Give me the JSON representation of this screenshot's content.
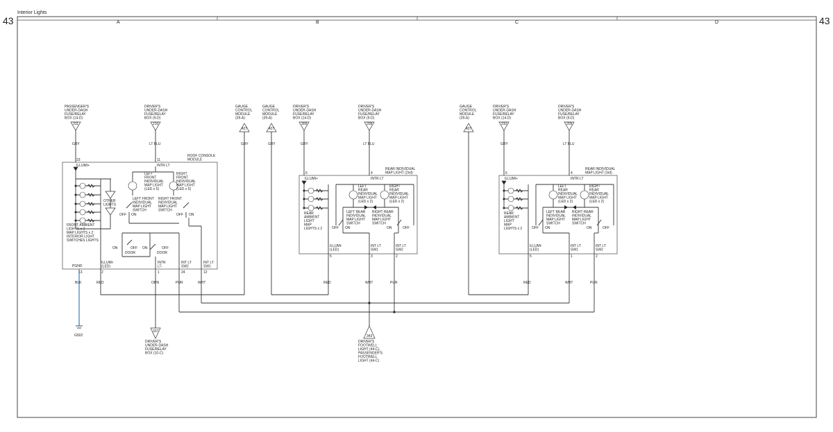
{
  "title": "Interior Lights",
  "page_number": "43",
  "columns": [
    "A",
    "B",
    "C",
    "D"
  ],
  "sources": {
    "passenger_fuse_a": {
      "text": "PASSENGER'S\nUNDER-DASH\nFUSE/RELAY\nBOX (14-D)",
      "conn": "311",
      "wire": "GRY"
    },
    "driver_fuse_a": {
      "text": "DRIVER'S\nUNDER-DASH\nFUSE/RELAY\nBOX (9-D)",
      "conn": "210",
      "wire": "LT BLU"
    },
    "gauge_b1": {
      "text": "GAUGE\nCONTROL\nMODULE\n(39-A)",
      "conn": "427",
      "wire": "GRY"
    },
    "gauge_b2": {
      "text": "GAUGE\nCONTROL\nMODULE\n(39-A)",
      "conn": "427",
      "wire": "GRY"
    },
    "driver_fuse_b1": {
      "text": "DRIVER'S\nUNDER-DASH\nFUSE/RELAY\nBOX (14-D)",
      "conn": "309",
      "wire": "GRY"
    },
    "driver_fuse_b2": {
      "text": "DRIVER'S\nUNDER-DASH\nFUSE/RELAY\nBOX (9-D)",
      "conn": "208",
      "wire": "LT BLU"
    },
    "gauge_c": {
      "text": "GAUGE\nCONTROL\nMODULE\n(39-A)",
      "conn": "427"
    },
    "driver_fuse_c1": {
      "text": "DRIVER'S\nUNDER-DASH\nFUSE/RELAY\nBOX (14-D)",
      "conn": "310",
      "wire": "GRY"
    },
    "driver_fuse_c2": {
      "text": "DRIVER'S\nUNDER-DASH\nFUSE/RELAY\nBOX (9-D)",
      "conn": "209",
      "wire": "LT BLU"
    }
  },
  "roof_console": {
    "title": "ROOF CONSOLE\nMODULE",
    "pin_illum": "23",
    "label_illum": "ILLUMI+",
    "pin_intr": "11",
    "label_intr": "INTR LT",
    "left_map": "LEFT\nFRONT\nINDIVIDUAL\nMAP LIGHT\n(LED x 5)",
    "right_map": "RIGHT\nFRONT\nINDIVIDUAL\nMAP LIGHT\n(LED x 5)",
    "left_switch": "LEFT FRONT\nINDIVIDUAL\nMAP LIGHT\nSWITCH",
    "right_switch": "RIGHT FRONT\nINDIVIDUAL\nMAP LIGHT\nSWITCH",
    "other_lights": "OTHER\nLIGHTS",
    "ambient": "FRONT AMBIENT\nLIGHTS x 2\nMAP LIGHTS x 2\nINTERIOR LIGHT\nSWITCHES LIGHTS",
    "off": "OFF",
    "on": "ON",
    "door": "DOOR",
    "pins": [
      {
        "label": "PGND",
        "pin": "13",
        "wire": "BLK"
      },
      {
        "label": "ILLUMI-\n(LED)",
        "pin": "2",
        "wire": "RED"
      },
      {
        "label": "INTR\nLT-",
        "pin": "1",
        "wire": "ORN"
      },
      {
        "label": "INT LT\nSW2",
        "pin": "24",
        "wire": "PUR"
      },
      {
        "label": "INT LT\nSW1",
        "pin": "12",
        "wire": "WHT"
      }
    ]
  },
  "rear_map_2nd": {
    "title": "REAR INDIVIDUAL\nMAP LIGHT (2nd)",
    "pin_illum": "6",
    "label_illum": "ILLUMI+",
    "pin_intr": "4",
    "label_intr": "INTR LT",
    "ambient": "REAR\nAMBIENT\nLIGHT\nMAP\nLIGHTS x 2",
    "left_map": "LEFT\nREAR\nINDIVIDUAL\nMAP LIGHT\n(LED x 2)",
    "right_map": "RIGHT\nREAR\nINDIVIDUAL\nMAP LIGHT\n(LED x 2)",
    "left_switch": "LEFT REAR\nINDIVIDUAL\nMAP LIGHT\nSWITCH",
    "right_switch": "RIGHT REAR\nINDIVIDUAL\nMAP LIGHT\nSWITCH",
    "off": "OFF",
    "on": "ON",
    "pins": [
      {
        "label": "ILLUMI-\n(LED)",
        "pin": "5",
        "wire": "RED"
      },
      {
        "label": "INT LT\nSW1",
        "pin": "3",
        "wire": "WHT"
      },
      {
        "label": "INT LT\nSW2",
        "pin": "2",
        "wire": "PUR"
      }
    ]
  },
  "rear_map_3rd": {
    "title": "REAR INDIVIDUAL\nMAP LIGHT (3rd)",
    "pin_illum": "6",
    "label_illum": "ILLUMI+",
    "pin_intr": "4",
    "label_intr": "INTR LT",
    "ambient": "REAR\nAMBIENT\nLIGHT\nMAP\nLIGHTS x 2",
    "left_map": "LEFT\nREAR\nINDIVIDUAL\nMAP LIGHT\n(LED x 2)",
    "right_map": "RIGHT\nREAR\nINDIVIDUAL\nMAP LIGHT\n(LED x 2)",
    "left_switch": "LEFT REAR\nINDIVIDUAL\nMAP LIGHT\nSWITCH",
    "right_switch": "RIGHT REAR\nINDIVIDUAL\nMAP LIGHT\nSWITCH",
    "off": "OFF",
    "on": "ON",
    "pins": [
      {
        "label": "ILLUMI-\n(LED)",
        "pin": "5",
        "wire": "RED"
      },
      {
        "label": "INT LT\nSW1",
        "pin": "1",
        "wire": "WHT"
      },
      {
        "label": "INT LT\nSW2",
        "pin": "2",
        "wire": "PUR"
      }
    ]
  },
  "ground": "G502",
  "bottom_driver_fuse": {
    "conn": "337",
    "text": "DRIVER'S\nUNDER-DASH\nFUSE/RELAY\nBOX (10-C)"
  },
  "bottom_footwell": {
    "conn": "343",
    "text": "DRIVER'S\nFOOTWELL\nLIGHT (44-C),\nPASSENGER'S\nFOOTWELL\nLIGHT (44-C)"
  }
}
